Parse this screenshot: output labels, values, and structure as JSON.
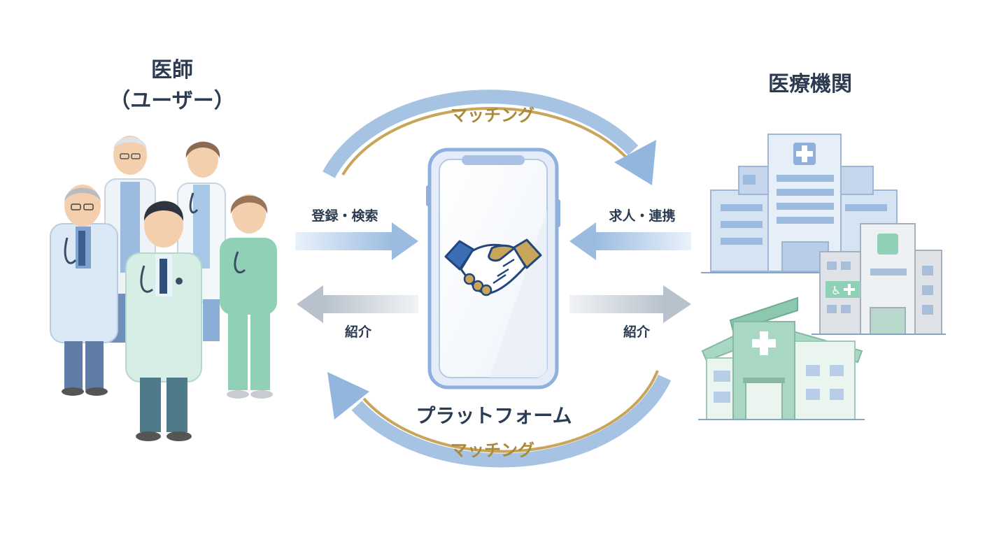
{
  "doctors": {
    "title_line1": "医師",
    "title_line2": "（ユーザー）"
  },
  "institutions": {
    "title": "医療機関"
  },
  "platform": {
    "label": "プラットフォーム"
  },
  "flows": {
    "top_arc": "マッチング",
    "bottom_arc": "マッチング",
    "left_to_platform": "登録・検索",
    "platform_to_left": "紹介",
    "right_to_platform": "求人・連携",
    "platform_to_right": "紹介"
  },
  "colors": {
    "arc_blue": "#9dbde0",
    "arc_gold": "#c9a55a",
    "gold_text": "#a88a3a",
    "navy_text": "#2b3b52",
    "phone_frame": "#8fb0dd",
    "handshake_blue": "#3d6eb5",
    "handshake_gold": "#c9a55a"
  },
  "icons": [
    "handshake-icon",
    "doctor-figure",
    "hospital-building",
    "clinic-building",
    "medical-cross-icon",
    "wheelchair-icon"
  ]
}
